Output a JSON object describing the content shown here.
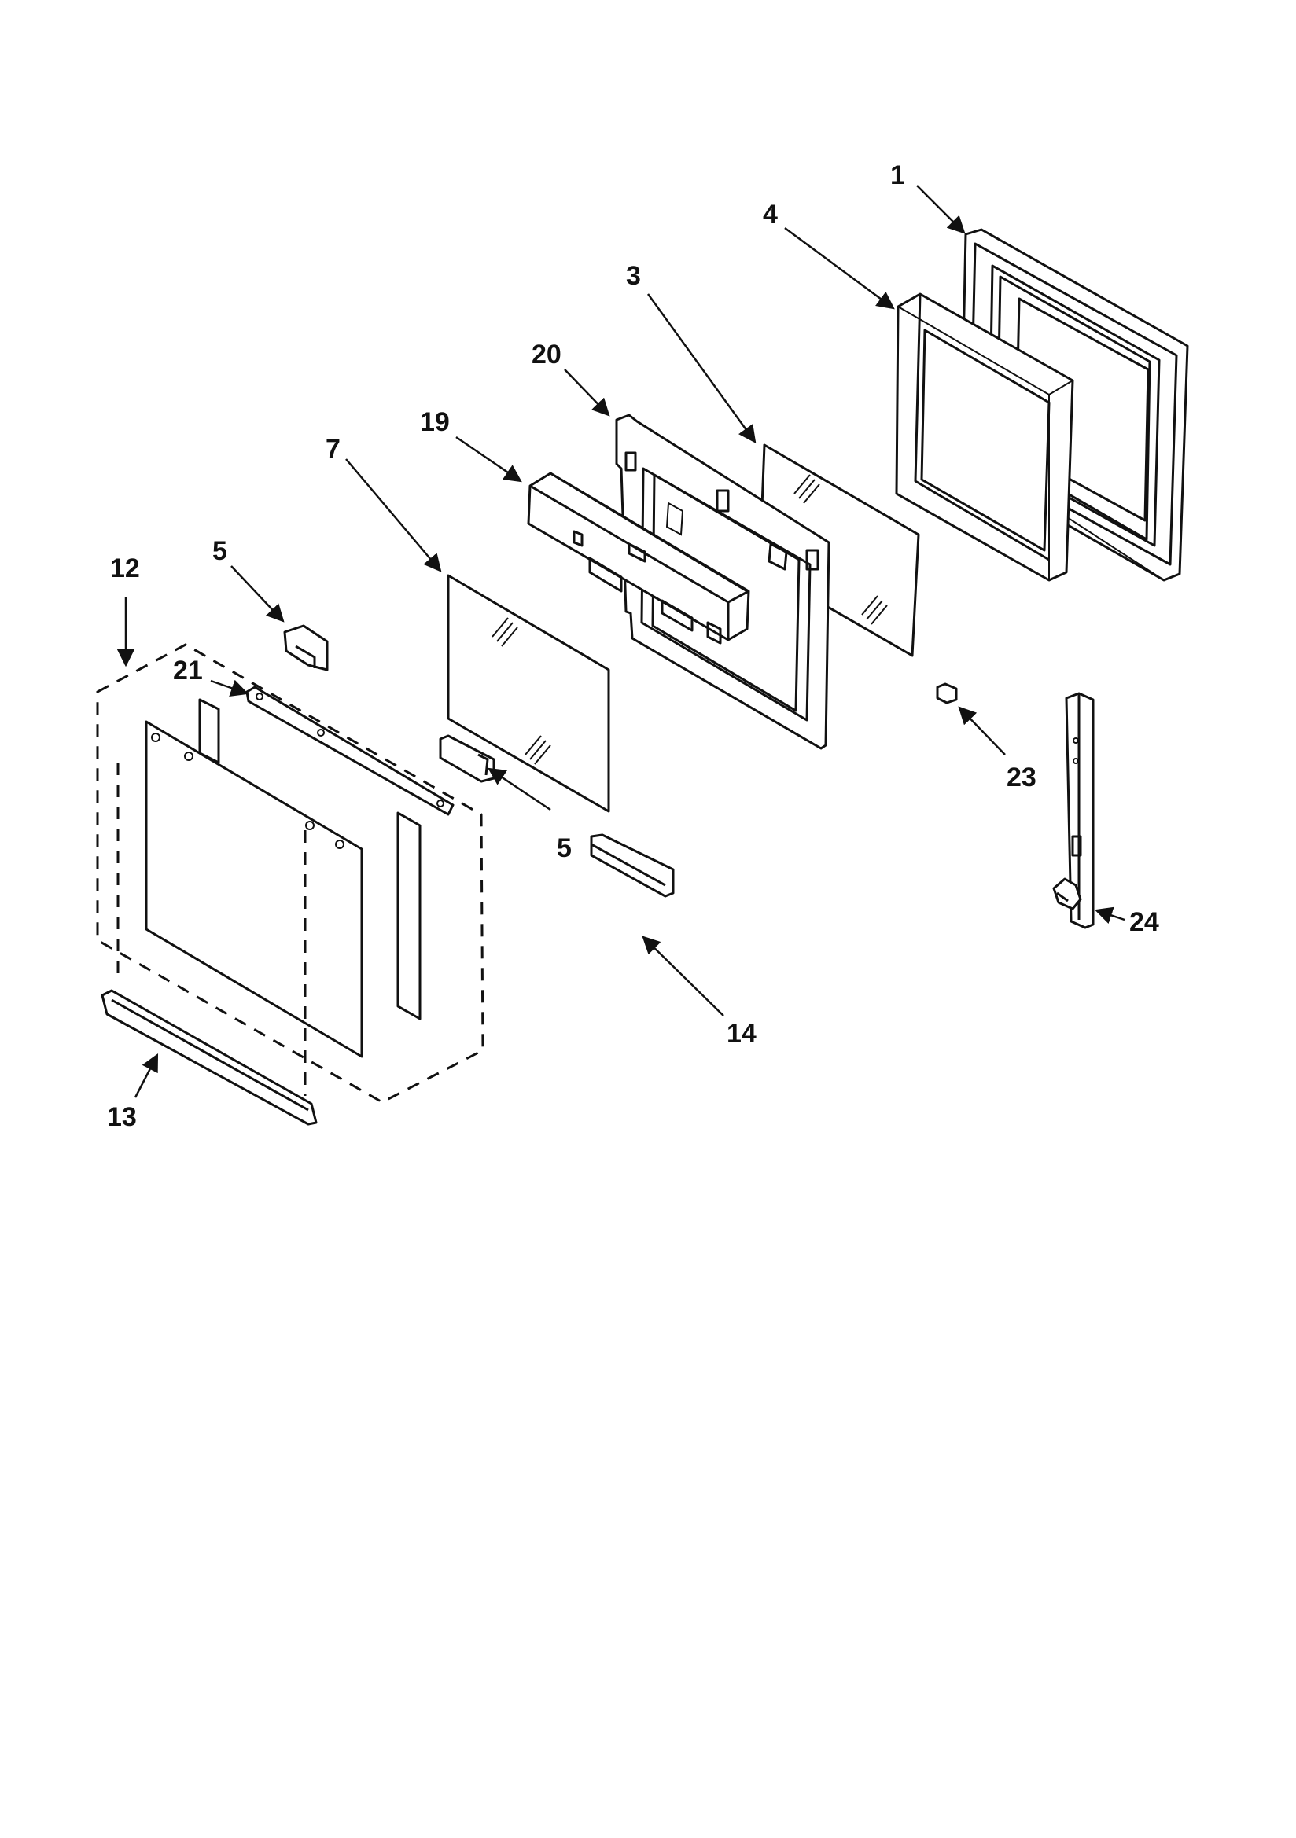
{
  "diagram": {
    "callouts": [
      {
        "id": "1",
        "label": "1"
      },
      {
        "id": "3",
        "label": "3"
      },
      {
        "id": "4",
        "label": "4"
      },
      {
        "id": "5a",
        "label": "5"
      },
      {
        "id": "5b",
        "label": "5"
      },
      {
        "id": "7",
        "label": "7"
      },
      {
        "id": "12",
        "label": "12"
      },
      {
        "id": "13",
        "label": "13"
      },
      {
        "id": "14",
        "label": "14"
      },
      {
        "id": "19",
        "label": "19"
      },
      {
        "id": "20",
        "label": "20"
      },
      {
        "id": "21",
        "label": "21"
      },
      {
        "id": "23",
        "label": "23"
      },
      {
        "id": "24",
        "label": "24"
      }
    ]
  },
  "colors": {
    "ink": "#111111",
    "paper": "#ffffff"
  }
}
